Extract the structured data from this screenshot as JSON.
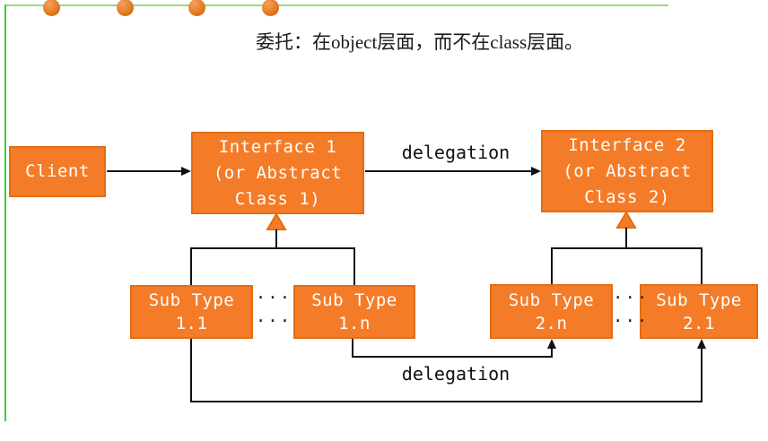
{
  "title": "委托：在object层面，而不在class层面。",
  "colors": {
    "box_fill": "#f47c28",
    "box_border": "#e26d13",
    "frame_top_green": "#97da7e",
    "frame_left_green": "#38cf3d",
    "line_black": "#111111",
    "text_white": "#ffffff"
  },
  "boxes": {
    "client": {
      "line1": "Client"
    },
    "interface1": {
      "line1": "Interface 1",
      "line2": "(or Abstract",
      "line3": "Class 1)"
    },
    "interface2": {
      "line1": "Interface 2",
      "line2": "(or Abstract",
      "line3": "Class 2)"
    },
    "sub11": {
      "line1": "Sub Type",
      "line2": "1.1"
    },
    "sub1n": {
      "line1": "Sub Type",
      "line2": "1.n"
    },
    "sub2n": {
      "line1": "Sub Type",
      "line2": "2.n"
    },
    "sub21": {
      "line1": "Sub Type",
      "line2": "2.1"
    }
  },
  "labels": {
    "delegation_top": "delegation",
    "delegation_bottom": "delegation",
    "ellipsis": "···"
  }
}
